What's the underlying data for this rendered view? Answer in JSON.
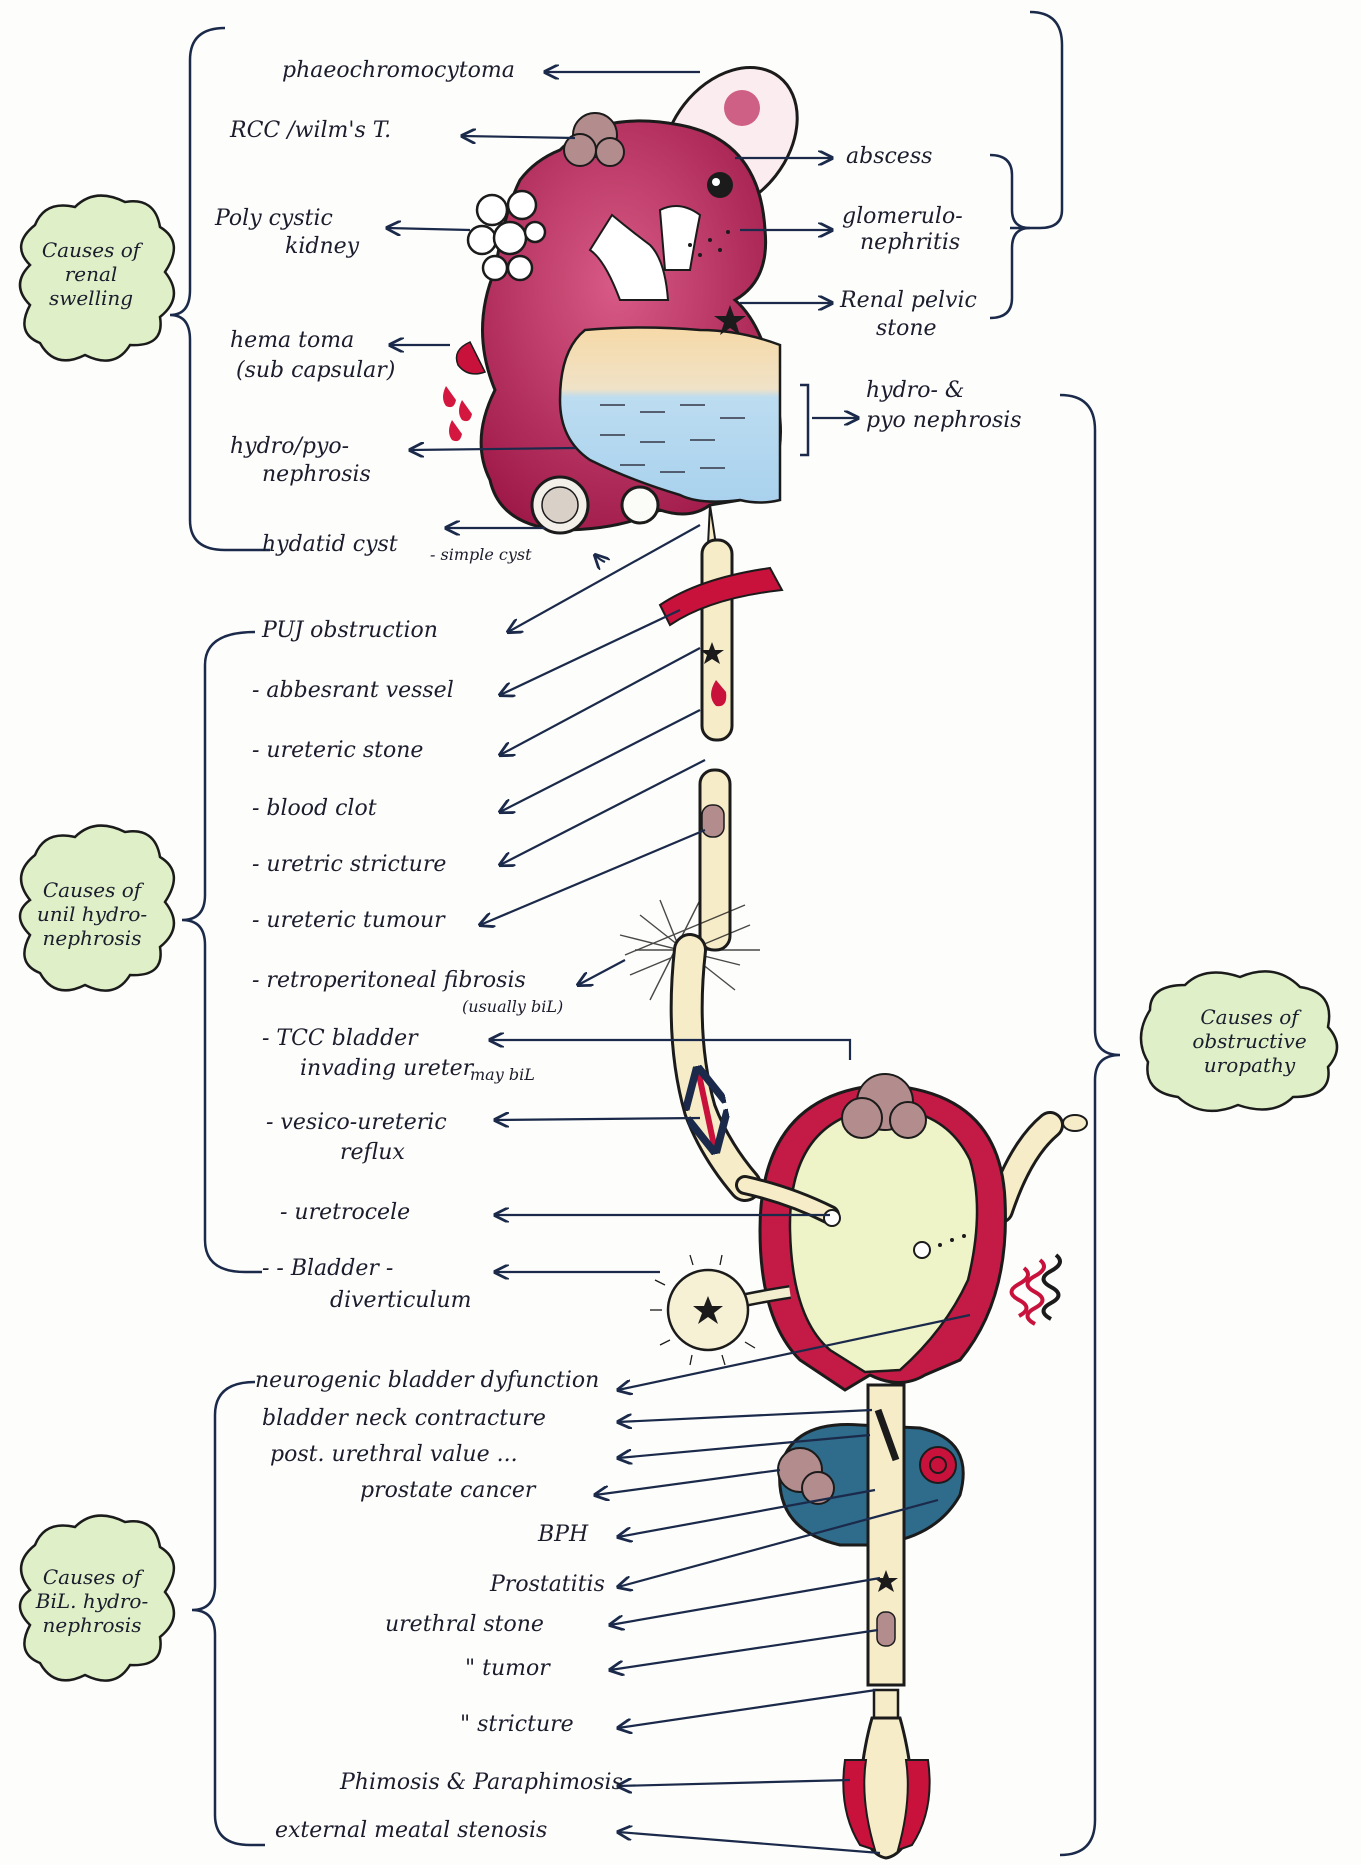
{
  "groups": {
    "renal_swelling": "Causes of renal swelling",
    "unil_hydro": "Causes of unil hydro-nephrosis",
    "bil_hydro": "Causes of BiL. hydro-nephrosis",
    "obstructive": "Causes of obstructive uropathy"
  },
  "kidney_left": {
    "phaeo": "phaeochromocytoma",
    "rcc": "RCC /wilm's T.",
    "polycystic_1": "Poly cystic",
    "polycystic_2": "kidney",
    "hematoma_1": "hema toma",
    "hematoma_2": "(sub capsular)",
    "hydro_1": "hydro/pyo-",
    "hydro_2": "nephrosis",
    "hydatid": "hydatid cyst",
    "simple_cyst": "- simple cyst"
  },
  "kidney_right": {
    "abscess": "abscess",
    "glomerulo_1": "glomerulo-",
    "glomerulo_2": "nephritis",
    "pelvic_1": "Renal pelvic",
    "pelvic_2": "stone",
    "hydro_1": "hydro- &",
    "hydro_2": "pyo nephrosis"
  },
  "unilateral": [
    "PUJ obstruction",
    "- abbesrant vessel",
    "- ureteric stone",
    "- blood clot",
    "- uretric stricture",
    "- ureteric tumour",
    "- retroperitoneal fibrosis",
    "(usually biL)",
    "- TCC bladder",
    "invading ureter",
    "may biL",
    "- vesico-ureteric",
    "reflux",
    "- uretrocele",
    "- - Bladder -",
    "diverticulum"
  ],
  "bilateral": [
    "neurogenic bladder dyfunction",
    "bladder neck contracture",
    "post. urethral value ...",
    "prostate cancer",
    "BPH",
    "Prostatitis",
    "urethral stone",
    "\" tumor",
    "\" stricture",
    "Phimosis & Paraphimosis",
    "external meatal stenosis"
  ],
  "colors": {
    "ink": "#1b2a4a",
    "kidney": "#b0234f",
    "urine": "#bcdcf0",
    "cloud": "#dff0c8",
    "tube": "#f7ecc8",
    "bladder_wall": "#c31b45",
    "bladder_fill": "#eef3c8",
    "prostate": "#2f6b8a"
  }
}
